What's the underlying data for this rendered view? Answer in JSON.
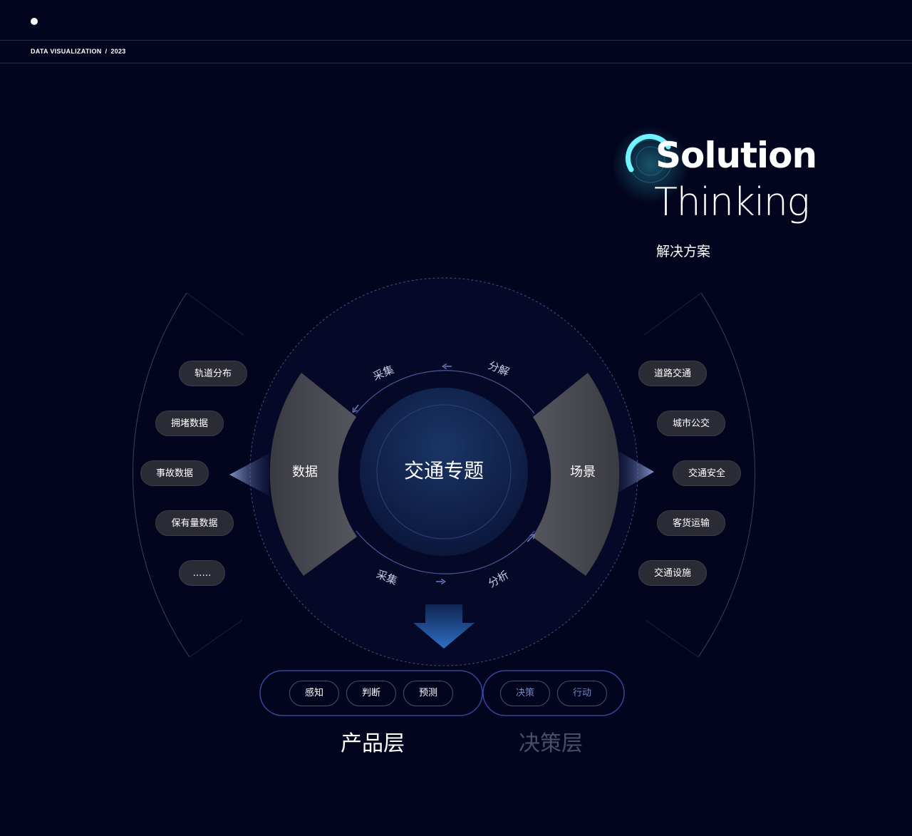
{
  "header": {
    "breadcrumb_left": "DATA VISUALIZATION",
    "breadcrumb_sep": "/",
    "breadcrumb_right": "2023"
  },
  "solution": {
    "title": "Solution",
    "subtitle": "Thinking",
    "chinese": "解决方案"
  },
  "center": {
    "label": "交通专题",
    "left_segment": "数据",
    "right_segment": "场景",
    "arc_top_left": "采集",
    "arc_top_right": "分解",
    "arc_bottom_left": "采集",
    "arc_bottom_right": "分析"
  },
  "left_items": [
    "轨道分布",
    "拥堵数据",
    "事故数据",
    "保有量数据",
    "……"
  ],
  "right_items": [
    "道路交通",
    "城市公交",
    "交通安全",
    "客货运输",
    "交通设施"
  ],
  "product_layer": {
    "label": "产品层",
    "items": [
      "感知",
      "判断",
      "预测"
    ]
  },
  "decision_layer": {
    "label": "决策层",
    "items": [
      "决策",
      "行动"
    ]
  },
  "colors": {
    "background": "#03051f",
    "accent": "#3ee6f0",
    "pill": "#2a2b35",
    "decision_text": "#6f86c4"
  }
}
